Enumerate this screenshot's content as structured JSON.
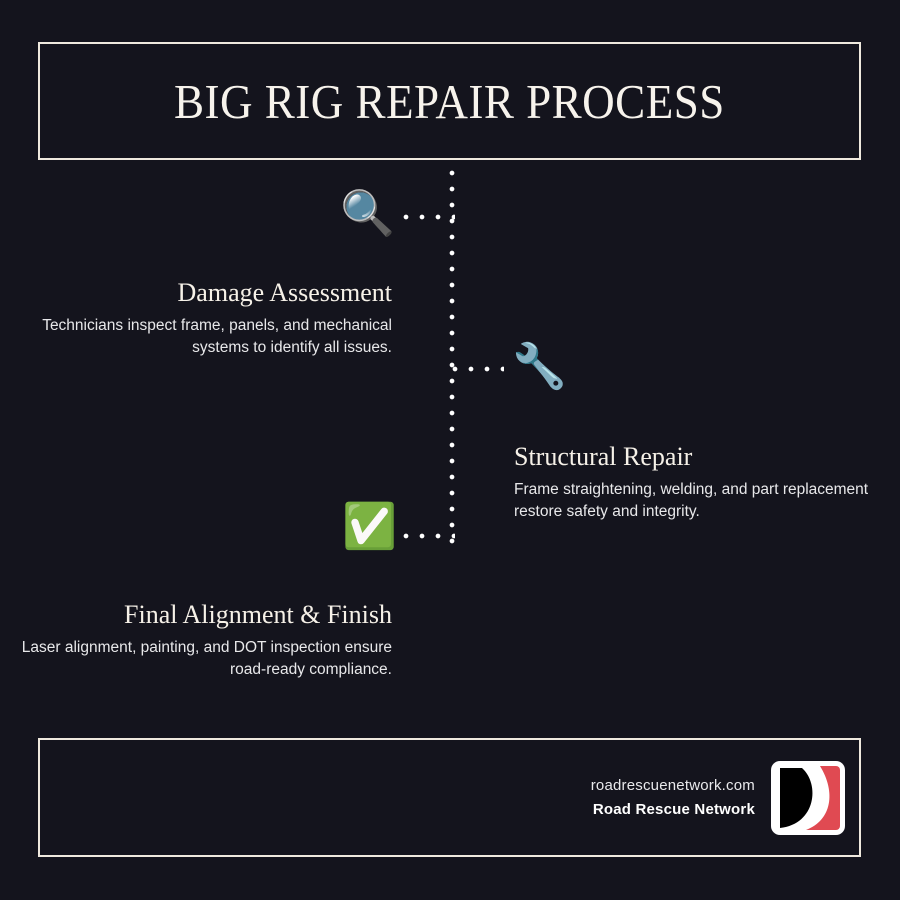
{
  "header": {
    "title": "BIG RIG REPAIR PROCESS"
  },
  "steps": [
    {
      "icon": "🔍",
      "icon_name": "magnifying-glass-icon",
      "title": "Damage Assessment",
      "description": "Technicians inspect frame, panels, and mechanical systems to identify all issues."
    },
    {
      "icon": "🔧",
      "icon_name": "wrench-icon",
      "title": "Structural Repair",
      "description": "Frame straightening, welding, and part replacement restore safety and integrity."
    },
    {
      "icon": "✅",
      "icon_name": "check-mark-button-icon",
      "title": "Final Alignment & Finish",
      "description": "Laser alignment, painting, and DOT inspection ensure road-ready compliance."
    }
  ],
  "footer": {
    "url": "roadrescuenetwork.com",
    "brand": "Road Rescue Network"
  },
  "colors": {
    "background": "#14141d",
    "border": "#efe9de",
    "heading": "#f6f1e8",
    "body_text": "#e8e8ea",
    "logo_red": "#e04a52",
    "logo_black": "#000000",
    "logo_white": "#ffffff",
    "check_green": "#22bb33"
  }
}
